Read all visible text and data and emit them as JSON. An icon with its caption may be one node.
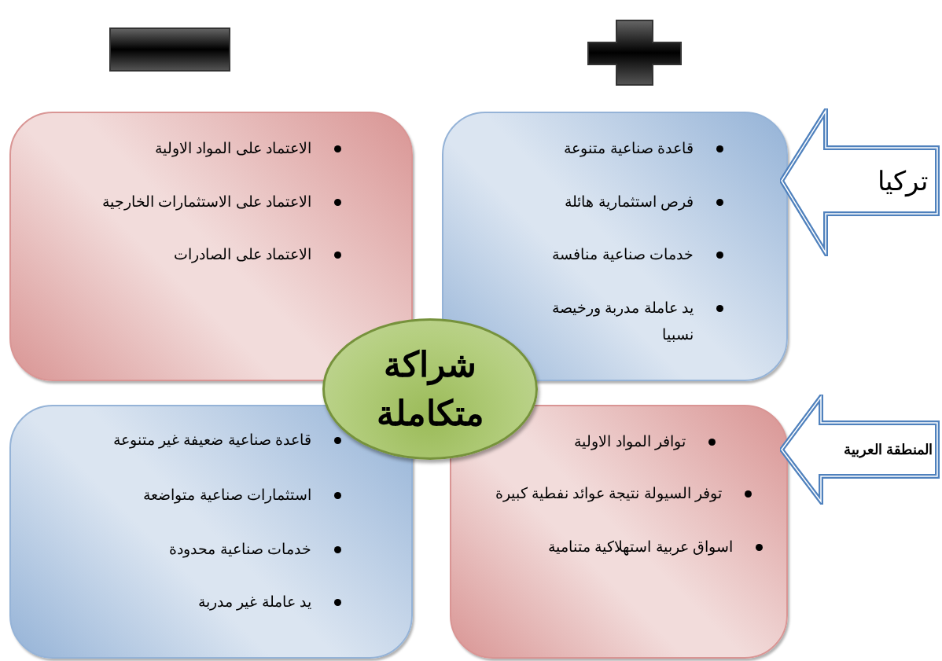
{
  "diagram": {
    "nodes": [
      {
        "text": [
          "قاعدة صناعية متنوعة",
          "فرص استثمارية هائلة",
          "خدمات صناعية منافسة",
          "يد عاملة مدربة ورخيصة نسبيا"
        ]
      },
      {
        "text": [
          "تركيا"
        ]
      },
      {
        "text": [
          "الاعتماد على المواد الاولية",
          "الاعتماد على الاستثمارات الخارجية",
          "الاعتماد على الصادرات"
        ]
      },
      {
        "text": [
          "شراكة متكاملة"
        ]
      },
      {
        "text": [
          "توافر المواد الاولية",
          "توفر السيولة نتيجة عوائد نفطية كبيرة",
          "اسواق عربية استهلاكية متنامية"
        ]
      },
      {
        "text": [
          "المنطقة العربية"
        ]
      },
      {
        "text": [
          "قاعدة صناعية ضعيفة غير متنوعة",
          "استثمارات صناعية متواضعة",
          "خدمات صناعية محدودة",
          "يد عاملة غير مدربة"
        ]
      }
    ]
  }
}
